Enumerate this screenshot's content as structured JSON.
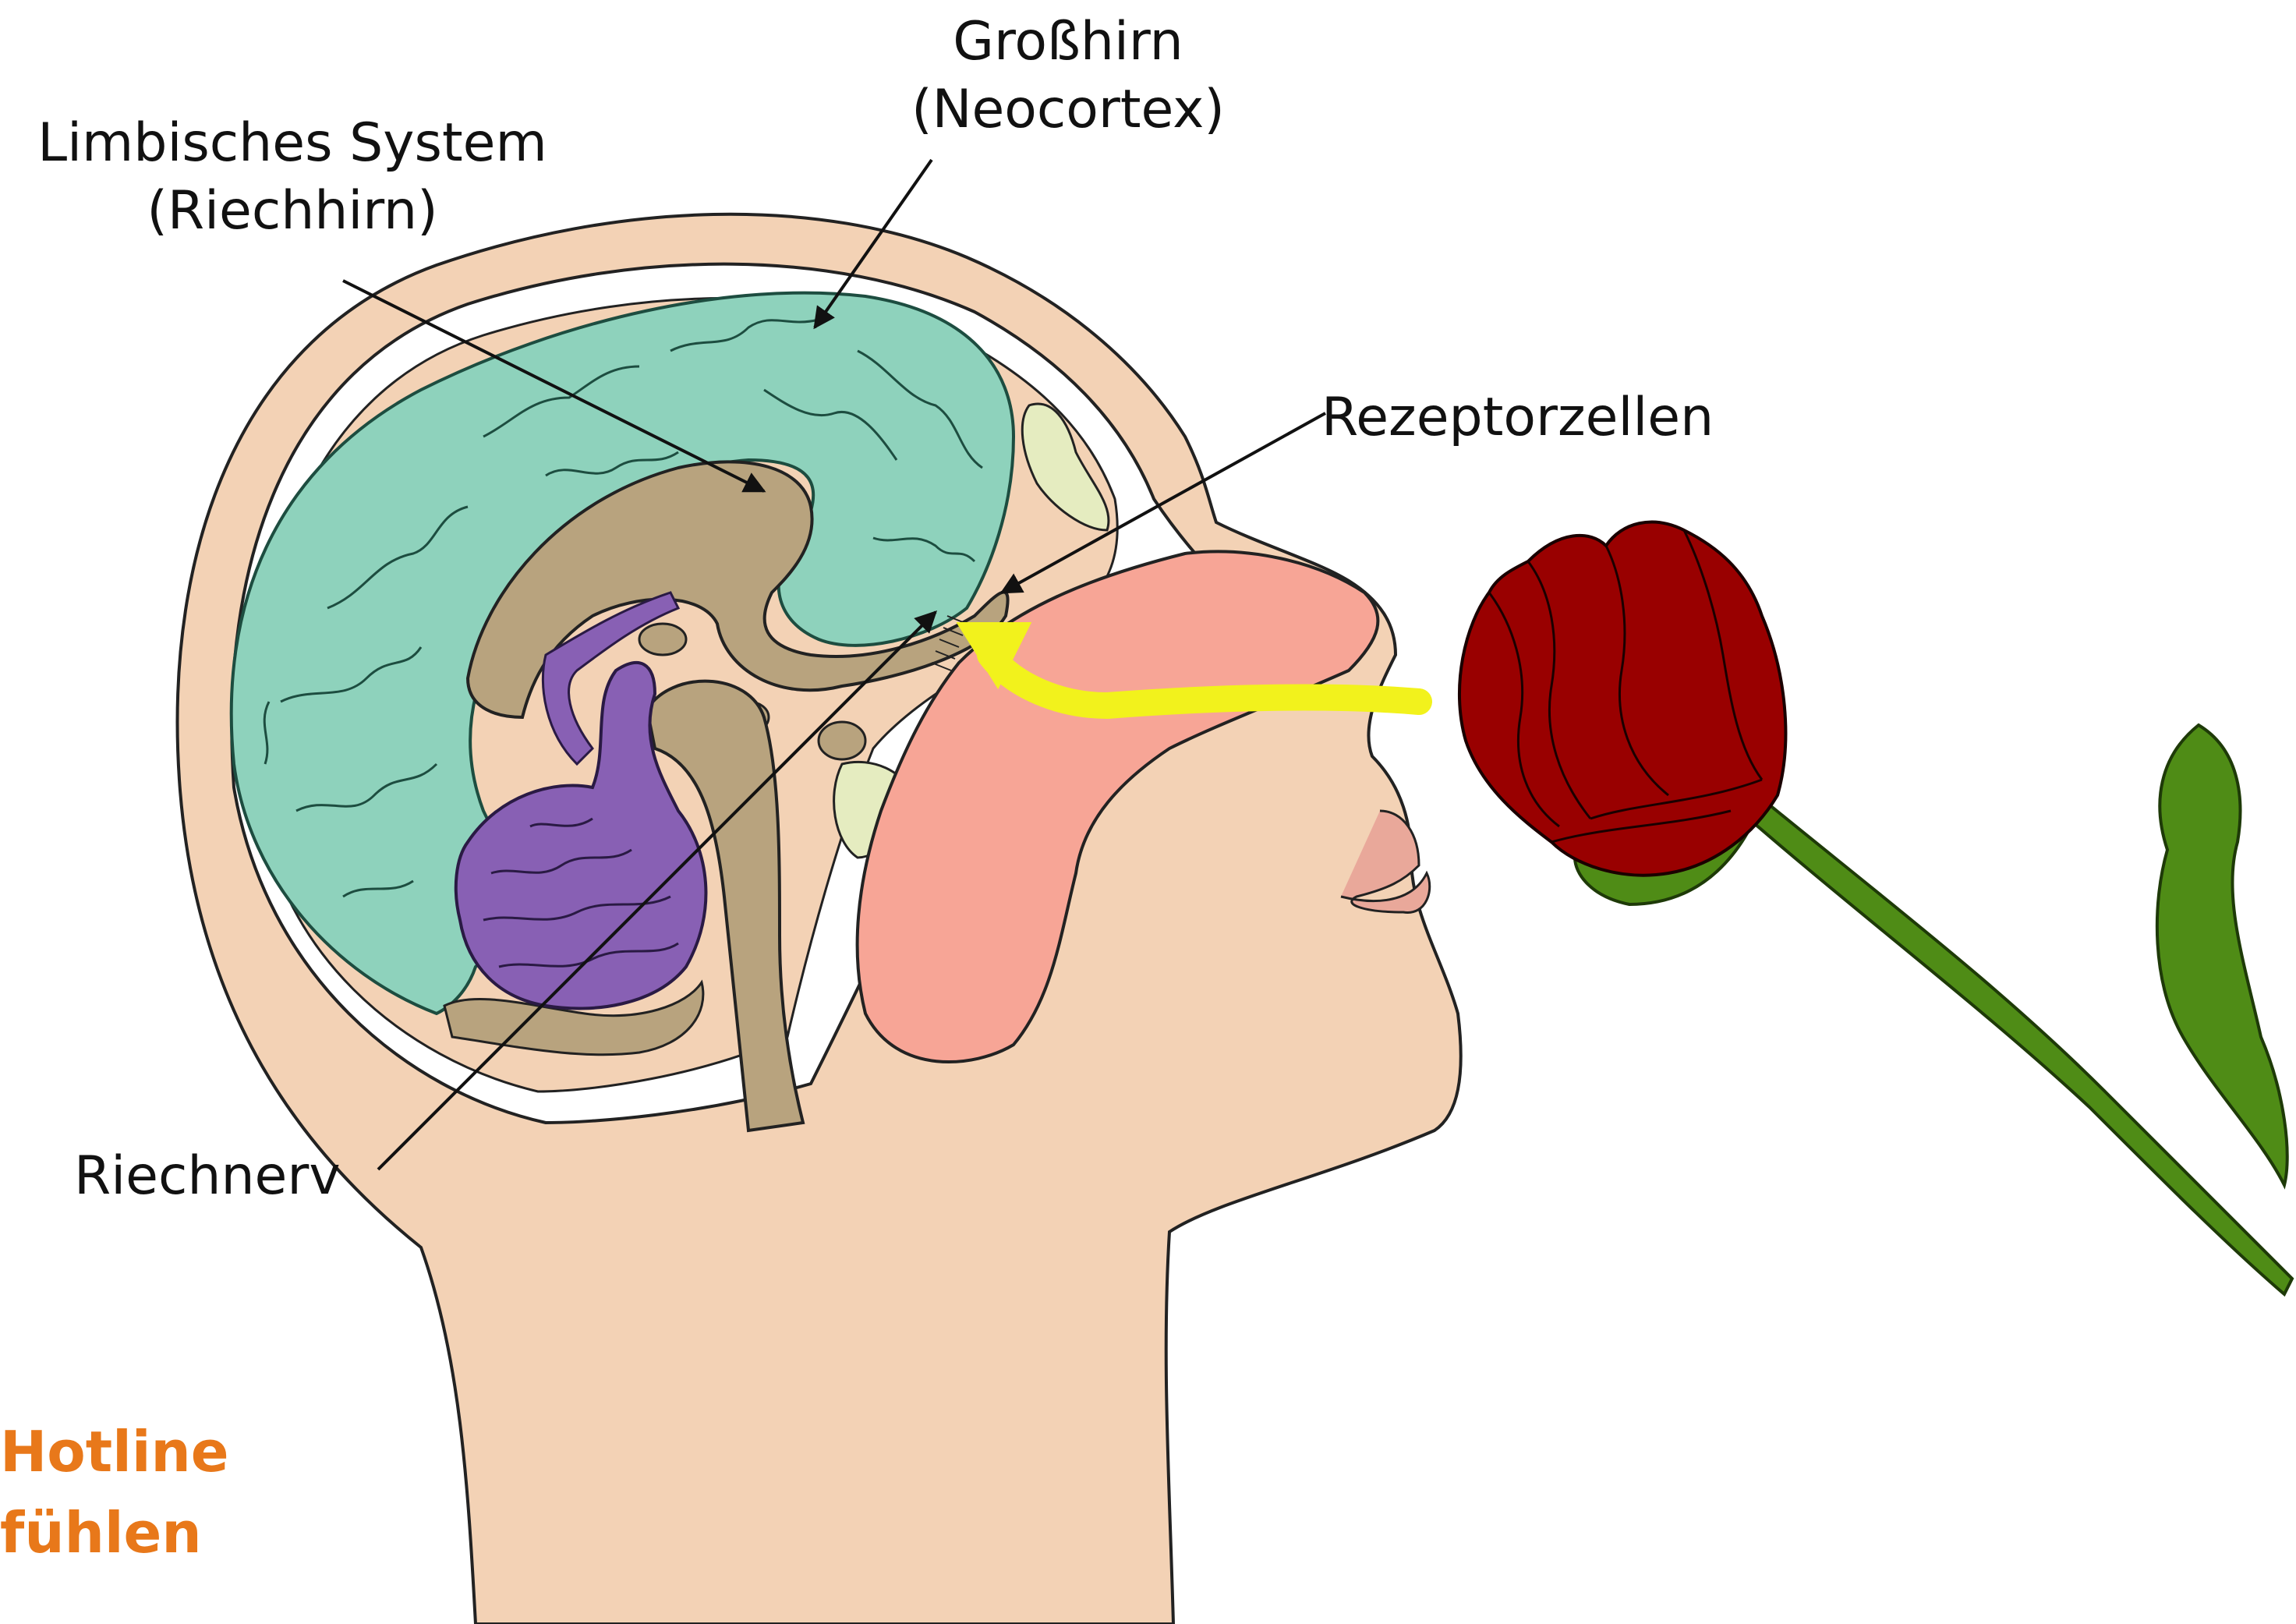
{
  "labels": {
    "limbic_line1": "Limbisches System",
    "limbic_line2": "(Riechhirn)",
    "cerebrum_line1": "Großhirn",
    "cerebrum_line2": "(Neocortex)",
    "receptors": "Rezeptorzellen",
    "olfactory_nerve": "Riechnerv"
  },
  "hotline": {
    "line1": "Hotline",
    "line2": "fühlen"
  },
  "colors": {
    "skin": "#f3d2b5",
    "skull_gap": "#ffffff",
    "cortex": "#8ed2bc",
    "limbic": "#b8a37e",
    "cerebellum": "#8860b4",
    "nasal_cavity": "#f7a596",
    "sinus": "#e5ecc0",
    "airflow": "#f2f21c",
    "rose_petals": "#990000",
    "rose_leaves": "#4f8c16",
    "hotline_text": "#e8781a"
  },
  "icons": [
    "head-silhouette",
    "brain-cortex",
    "limbic-system",
    "cerebellum",
    "brainstem",
    "nasal-cavity",
    "airflow-arrow",
    "rose-flower"
  ]
}
